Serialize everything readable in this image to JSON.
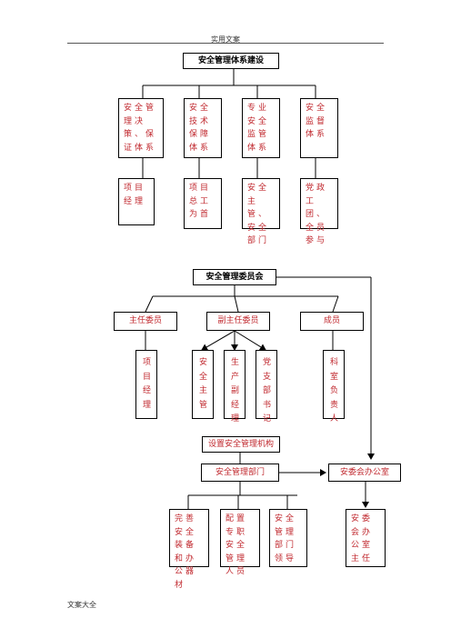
{
  "page": {
    "header": "实用文案",
    "footer": "文案大全"
  },
  "diagram1": {
    "title": "安全管理体系建设",
    "columns": [
      {
        "system": "安全管理决策、保证体系",
        "owner": "项目经理"
      },
      {
        "system": "安全技术保障体系",
        "owner": "项目总工为首"
      },
      {
        "system": "专业安全监管体系",
        "owner": "安全主管、安全部门"
      },
      {
        "system": "安全监督体系",
        "owner": "党政工团、全员参与"
      }
    ]
  },
  "diagram2": {
    "title": "安全管理委员会",
    "roles": [
      "主任委员",
      "副主任委员",
      "成员"
    ],
    "members": [
      "项目经理",
      "安全主管",
      "生产副经理",
      "党支部书记",
      "科室负责人"
    ],
    "setup": "设置安全管理机构",
    "dept": "安全管理部门",
    "office": "安委会办公室",
    "tasks": [
      "完善安全装备和办公器材",
      "配置专职安全管理人员",
      "安全管理部门领导"
    ],
    "office_head": "安委会办公室主任"
  }
}
